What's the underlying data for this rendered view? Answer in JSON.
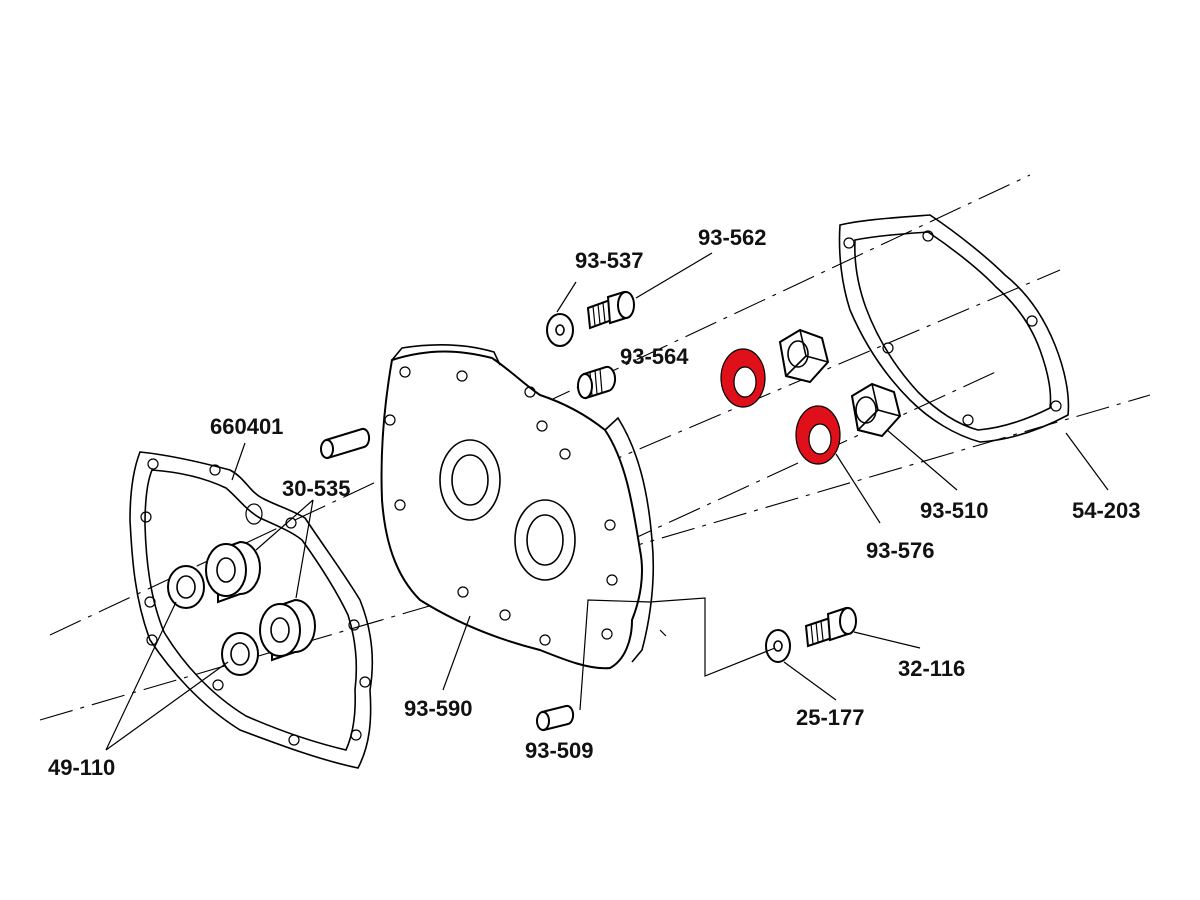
{
  "labels": {
    "p660401": "660401",
    "p30_535": "30-535",
    "p49_110": "49-110",
    "p93_590": "93-590",
    "p93_509": "93-509",
    "p93_537": "93-537",
    "p93_562": "93-562",
    "p93_564": "93-564",
    "p93_576": "93-576",
    "p93_510": "93-510",
    "p54_203": "54-203",
    "p32_116": "32-116",
    "p25_177": "25-177"
  },
  "colors": {
    "highlight": "#e0101a",
    "line": "#000000",
    "background": "#ffffff"
  }
}
